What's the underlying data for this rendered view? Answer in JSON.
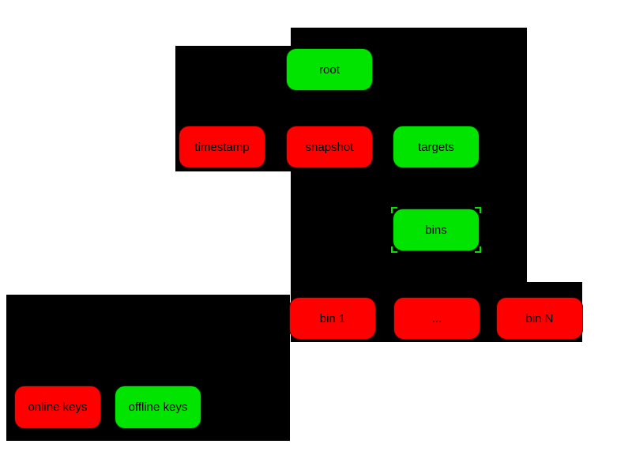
{
  "diagram": {
    "colors": {
      "online": "#fe0000",
      "offline": "#00e400",
      "background_region": "#000000",
      "page_background": "#ffffff",
      "label_text": "#000000"
    },
    "nodes": {
      "root": {
        "label": "root",
        "keys": "offline"
      },
      "timestamp": {
        "label": "timestamp",
        "keys": "online"
      },
      "snapshot": {
        "label": "snapshot",
        "keys": "online"
      },
      "targets": {
        "label": "targets",
        "keys": "offline"
      },
      "bins": {
        "label": "bins",
        "keys": "offline"
      },
      "bin1": {
        "label": "bin 1",
        "keys": "online"
      },
      "bin_ellipsis": {
        "label": "...",
        "keys": "online"
      },
      "binN": {
        "label": "bin N",
        "keys": "online"
      },
      "online_keys": {
        "label": "online keys",
        "keys": "online"
      },
      "offline_keys": {
        "label": "offline keys",
        "keys": "offline"
      }
    }
  }
}
